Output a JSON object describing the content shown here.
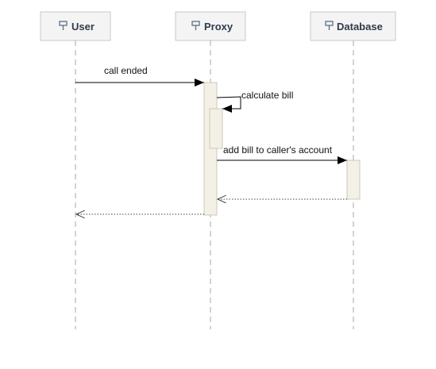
{
  "diagram": {
    "type": "sequence",
    "lifelines": [
      {
        "id": "user",
        "label": "User",
        "icon": "lifeline-icon"
      },
      {
        "id": "proxy",
        "label": "Proxy",
        "icon": "lifeline-icon"
      },
      {
        "id": "database",
        "label": "Database",
        "icon": "lifeline-icon"
      }
    ],
    "messages": [
      {
        "id": "call-ended",
        "from": "user",
        "to": "proxy",
        "label": "call ended",
        "kind": "sync"
      },
      {
        "id": "calculate-bill",
        "from": "proxy",
        "to": "proxy",
        "label": "calculate bill",
        "kind": "self"
      },
      {
        "id": "add-bill",
        "from": "proxy",
        "to": "database",
        "label": "add bill to caller's account",
        "kind": "sync"
      },
      {
        "id": "return-database",
        "from": "database",
        "to": "proxy",
        "label": "",
        "kind": "return"
      },
      {
        "id": "return-proxy",
        "from": "proxy",
        "to": "user",
        "label": "",
        "kind": "return"
      }
    ],
    "colors": {
      "header_fill": "#f4f4f4",
      "header_border": "#c9c9c9",
      "header_text": "#2f3b4a",
      "lifeline": "#c8c8c8",
      "activation_fill": "#f3f0e6",
      "activation_border": "#cfc9b8"
    }
  }
}
